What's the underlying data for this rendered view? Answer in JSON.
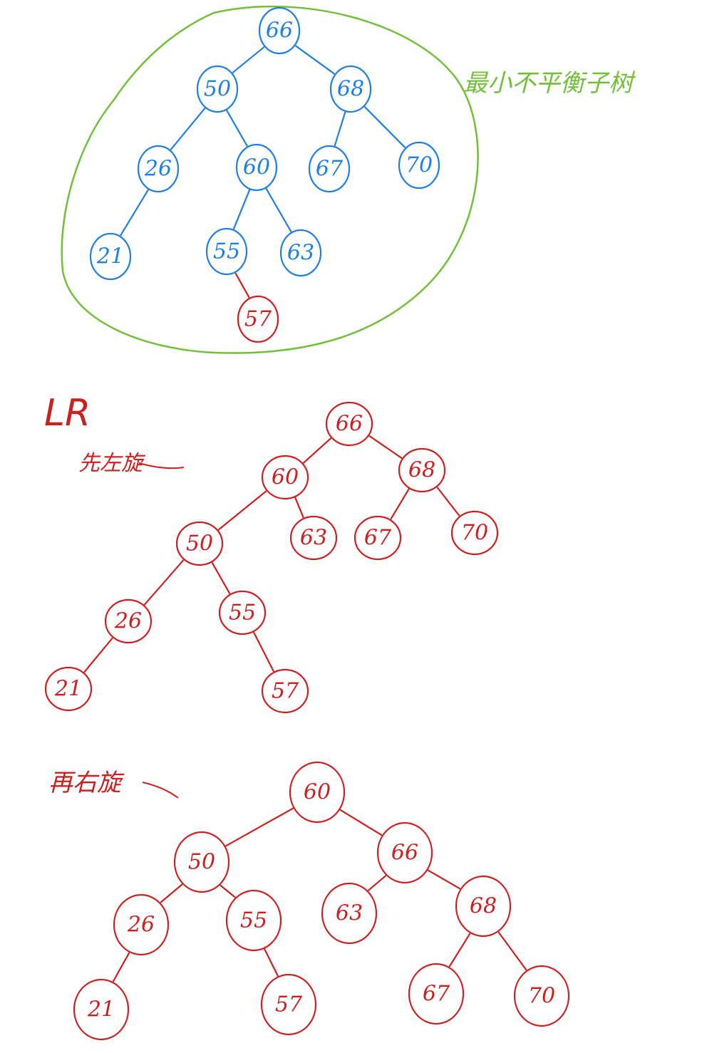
{
  "colors": {
    "blue": "#1f7fe0",
    "red": "#cc1f1f",
    "green": "#72bf3a",
    "background": "#ffffff"
  },
  "labels": {
    "min_unbalanced": "最小不平衡子树",
    "lr": "LR",
    "left_rotate_first": "先左旋",
    "then_right_rotate": "再右旋"
  },
  "tree_original": {
    "nodes": [
      {
        "id": "66",
        "label": "66"
      },
      {
        "id": "50",
        "label": "50"
      },
      {
        "id": "68",
        "label": "68"
      },
      {
        "id": "26",
        "label": "26"
      },
      {
        "id": "60",
        "label": "60"
      },
      {
        "id": "67",
        "label": "67"
      },
      {
        "id": "70",
        "label": "70"
      },
      {
        "id": "21",
        "label": "21"
      },
      {
        "id": "55",
        "label": "55"
      },
      {
        "id": "63",
        "label": "63"
      },
      {
        "id": "57",
        "label": "57",
        "inserted": true
      }
    ],
    "edges": [
      [
        "66",
        "50"
      ],
      [
        "66",
        "68"
      ],
      [
        "50",
        "26"
      ],
      [
        "50",
        "60"
      ],
      [
        "68",
        "67"
      ],
      [
        "68",
        "70"
      ],
      [
        "26",
        "21"
      ],
      [
        "60",
        "55"
      ],
      [
        "60",
        "63"
      ],
      [
        "55",
        "57"
      ]
    ]
  },
  "tree_after_left_rotation": {
    "nodes": [
      {
        "id": "66",
        "label": "66"
      },
      {
        "id": "60",
        "label": "60"
      },
      {
        "id": "68",
        "label": "68"
      },
      {
        "id": "50",
        "label": "50"
      },
      {
        "id": "63",
        "label": "63"
      },
      {
        "id": "67",
        "label": "67"
      },
      {
        "id": "70",
        "label": "70"
      },
      {
        "id": "26",
        "label": "26"
      },
      {
        "id": "55",
        "label": "55"
      },
      {
        "id": "21",
        "label": "21"
      },
      {
        "id": "57",
        "label": "57"
      }
    ],
    "edges": [
      [
        "66",
        "60"
      ],
      [
        "66",
        "68"
      ],
      [
        "60",
        "50"
      ],
      [
        "60",
        "63"
      ],
      [
        "68",
        "67"
      ],
      [
        "68",
        "70"
      ],
      [
        "50",
        "26"
      ],
      [
        "50",
        "55"
      ],
      [
        "26",
        "21"
      ],
      [
        "55",
        "57"
      ]
    ]
  },
  "tree_after_right_rotation": {
    "nodes": [
      {
        "id": "60",
        "label": "60"
      },
      {
        "id": "50",
        "label": "50"
      },
      {
        "id": "66",
        "label": "66"
      },
      {
        "id": "26",
        "label": "26"
      },
      {
        "id": "55",
        "label": "55"
      },
      {
        "id": "63",
        "label": "63"
      },
      {
        "id": "68",
        "label": "68"
      },
      {
        "id": "21",
        "label": "21"
      },
      {
        "id": "57",
        "label": "57"
      },
      {
        "id": "67",
        "label": "67"
      },
      {
        "id": "70",
        "label": "70"
      }
    ],
    "edges": [
      [
        "60",
        "50"
      ],
      [
        "60",
        "66"
      ],
      [
        "50",
        "26"
      ],
      [
        "50",
        "55"
      ],
      [
        "66",
        "63"
      ],
      [
        "66",
        "68"
      ],
      [
        "26",
        "21"
      ],
      [
        "55",
        "57"
      ],
      [
        "68",
        "67"
      ],
      [
        "68",
        "70"
      ]
    ]
  }
}
